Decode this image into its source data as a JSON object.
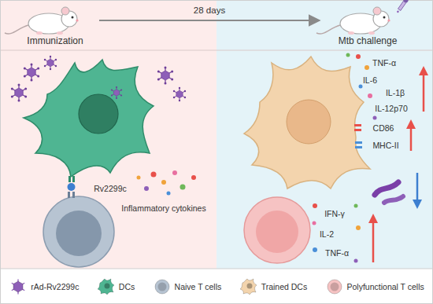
{
  "diagram": {
    "nodes": [
      {
        "text": [
          "Immunization"
        ]
      },
      {
        "text": [
          "Mtb challenge"
        ]
      }
    ],
    "edges": [
      {
        "from": 0,
        "to": 1,
        "arrow": "to",
        "label": "28 days"
      }
    ],
    "labels": [
      "Rv2299c",
      "Inflammatory cytokines",
      "TNF-α",
      "IL-6",
      "IL-1β",
      "IL-12p70",
      "CD86",
      "MHC-II",
      "IFN-γ",
      "IL-2",
      "TNF-α"
    ],
    "legend": [
      {
        "text": "rAd-Rv2299c",
        "color": "#8e5fb8"
      },
      {
        "text": "DCs",
        "color": "#4fb592"
      },
      {
        "text": "Naive T cells",
        "color": "#b7c4d2"
      },
      {
        "text": "Trained DCs",
        "color": "#f3d4ad"
      },
      {
        "text": "Polyfunctional T cells",
        "color": "#f6c3c3"
      }
    ]
  }
}
